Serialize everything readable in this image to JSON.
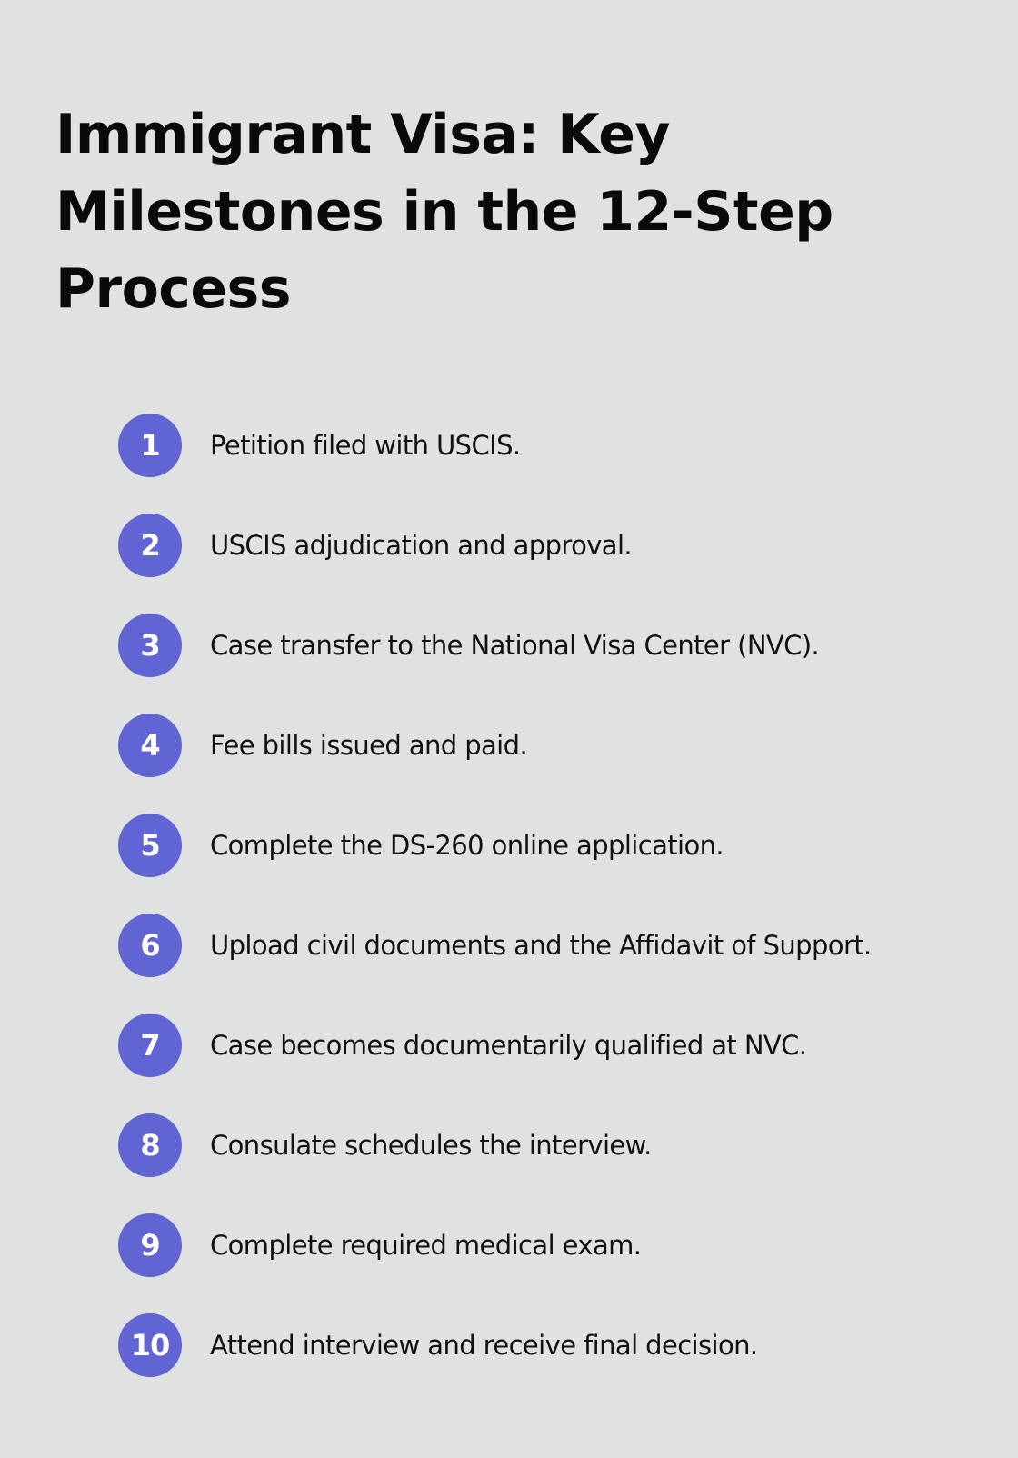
{
  "title": "Immigrant Visa: Key Milestones in the 12-Step Process",
  "accent_color": "#6164d3",
  "steps": [
    {
      "number": "1",
      "text": "Petition filed with USCIS."
    },
    {
      "number": "2",
      "text": "USCIS adjudication and approval."
    },
    {
      "number": "3",
      "text": "Case transfer to the National Visa Center (NVC)."
    },
    {
      "number": "4",
      "text": "Fee bills issued and paid."
    },
    {
      "number": "5",
      "text": "Complete the DS-260 online application."
    },
    {
      "number": "6",
      "text": "Upload civil documents and the Affidavit of Support."
    },
    {
      "number": "7",
      "text": "Case becomes documentarily qualified at NVC."
    },
    {
      "number": "8",
      "text": "Consulate schedules the interview."
    },
    {
      "number": "9",
      "text": "Complete required medical exam."
    },
    {
      "number": "10",
      "text": "Attend interview and receive final decision."
    }
  ]
}
